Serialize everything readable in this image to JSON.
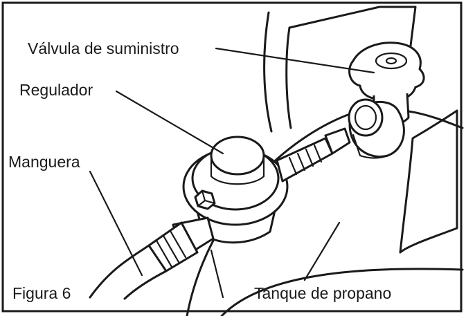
{
  "labels": {
    "valve": "Válvula de suministro",
    "regulator": "Regulador",
    "hose": "Manguera",
    "figure": "Figura 6",
    "tank": "Tanque de propano"
  }
}
